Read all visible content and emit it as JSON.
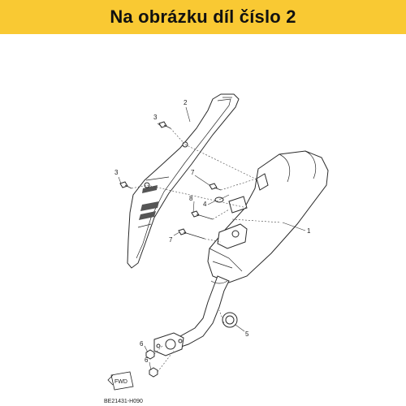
{
  "banner": {
    "text": "Na obrázku díl číslo 2",
    "background": "#f9c933"
  },
  "diagram": {
    "callouts": {
      "c1": "1",
      "c2": "2",
      "c3a": "3",
      "c3b": "3",
      "c4": "4",
      "c5": "5",
      "c6a": "6",
      "c6b": "6",
      "c7a": "7",
      "c7b": "7",
      "c8": "8"
    },
    "fwd_label": "FWD",
    "drawing_code": "BE21431-H090"
  }
}
